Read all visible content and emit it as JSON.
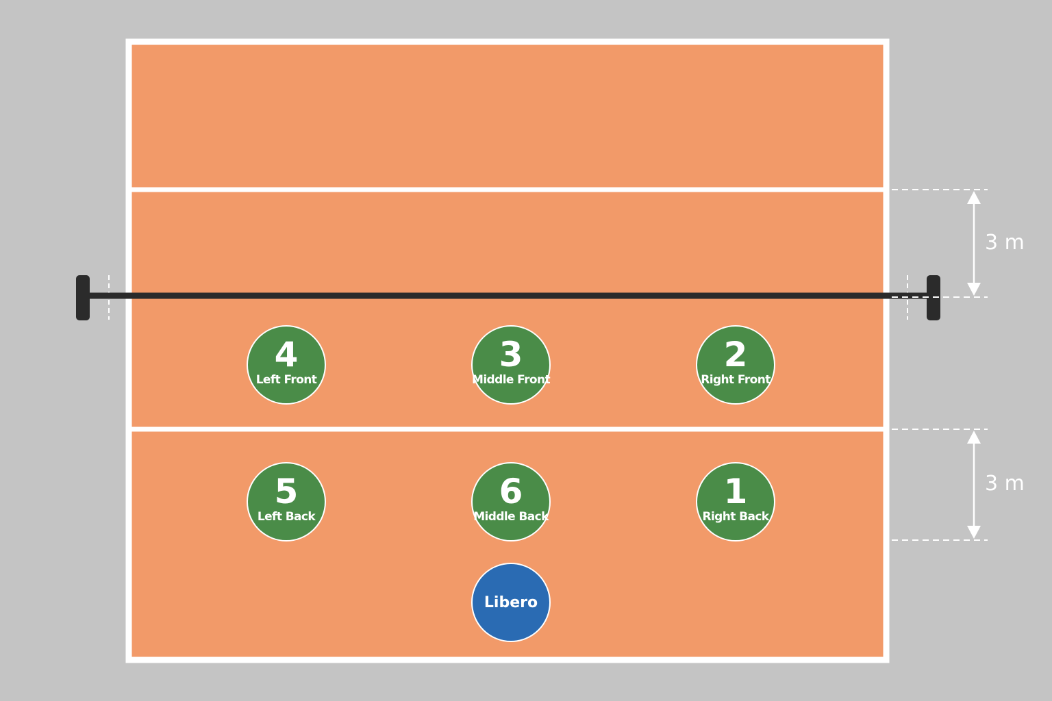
{
  "colors": {
    "background": "#c4c4c4",
    "court": "#f29a69",
    "lines": "#ffffff",
    "net": "#2b2b2b",
    "player": "#4a8c48",
    "libero": "#2a6bb3"
  },
  "players": [
    {
      "number": "4",
      "role": "Left Front"
    },
    {
      "number": "3",
      "role": "Middle Front"
    },
    {
      "number": "2",
      "role": "Right Front"
    },
    {
      "number": "5",
      "role": "Left Back"
    },
    {
      "number": "6",
      "role": "Middle Back"
    },
    {
      "number": "1",
      "role": "Right Back"
    }
  ],
  "libero": {
    "label": "Libero"
  },
  "dimensions": {
    "upper": "3 m",
    "lower": "3 m"
  }
}
